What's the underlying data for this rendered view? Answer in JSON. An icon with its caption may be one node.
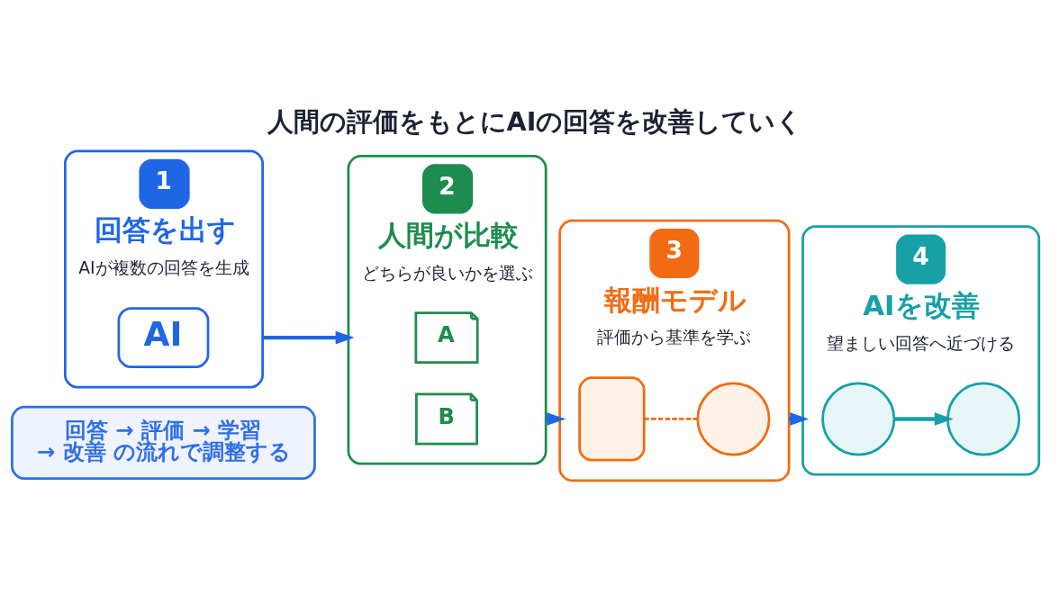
{
  "diagram": {
    "title": "人間の評価をもとにAIの回答を改善していく",
    "nodes": [
      {
        "text": [
          "1",
          "回答を出す",
          "AIが複数の回答を生成"
        ]
      },
      {
        "text": [
          "AI"
        ],
        "in": 0
      },
      {
        "text": [
          "2",
          "人間が比較",
          "どちらが良いかを選ぶ"
        ]
      },
      {
        "text": [
          "A"
        ],
        "in": 2
      },
      {
        "text": [
          "B"
        ],
        "in": 2
      },
      {
        "text": [
          "3",
          "報酬モデル",
          "評価から基準を学ぶ"
        ]
      },
      {
        "text": [],
        "shape": "box",
        "in": 5
      },
      {
        "text": [],
        "shape": "circle",
        "in": 5
      },
      {
        "text": [
          "4",
          "AIを改善",
          "望ましい回答へ近づける"
        ]
      },
      {
        "text": [],
        "shape": "circle",
        "in": 8
      },
      {
        "text": [],
        "shape": "circle",
        "in": 8
      },
      {
        "text": [
          "回答 → 評価 → 学習 → 改善 の流れで調整する"
        ]
      }
    ],
    "edges": [
      {
        "from": 0,
        "to": 2,
        "arrow": "to"
      },
      {
        "from": 2,
        "to": 5,
        "arrow": "to"
      },
      {
        "from": 6,
        "to": 7,
        "arrow": "none",
        "style": "dashed",
        "color": "#f26b12"
      },
      {
        "from": 5,
        "to": 8,
        "arrow": "to"
      },
      {
        "from": 9,
        "to": 10,
        "arrow": "to",
        "color": "#17a0a8"
      }
    ]
  }
}
